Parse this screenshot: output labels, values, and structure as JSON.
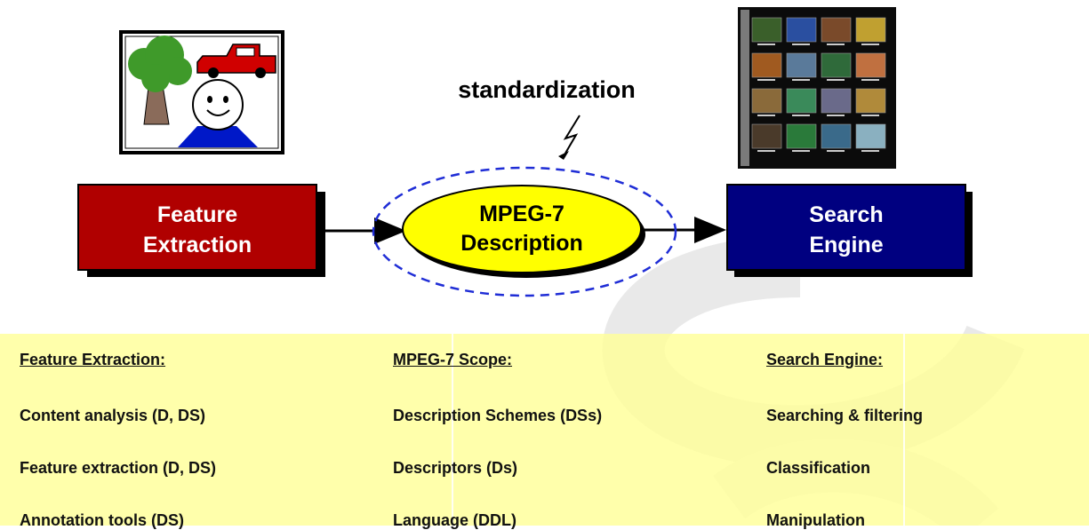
{
  "diagram": {
    "standardization_label": "standardization",
    "boxes": {
      "feature_extraction": {
        "line1": "Feature",
        "line2": "Extraction",
        "fill": "#b00000"
      },
      "mpeg7_description": {
        "line1": "MPEG-7",
        "line2": "Description",
        "fill": "#ffff00"
      },
      "search_engine": {
        "line1": "Search",
        "line2": "Engine",
        "fill": "#000080"
      }
    },
    "colors": {
      "dashed_ellipse": "#1f2dd6",
      "shadow": "#000000",
      "highlight": "#ffff99"
    }
  },
  "table": {
    "columns": [
      {
        "header": "Feature Extraction:",
        "items": [
          "Content analysis (D, DS)",
          "Feature extraction (D, DS)",
          "Annotation tools (DS)"
        ]
      },
      {
        "header": "MPEG-7 Scope:",
        "items": [
          "Description Schemes (DSs)",
          "Descriptors (Ds)",
          "Language (DDL)"
        ]
      },
      {
        "header": "Search Engine:",
        "items": [
          "Searching & filtering",
          "Classification",
          "Manipulation"
        ]
      }
    ]
  }
}
